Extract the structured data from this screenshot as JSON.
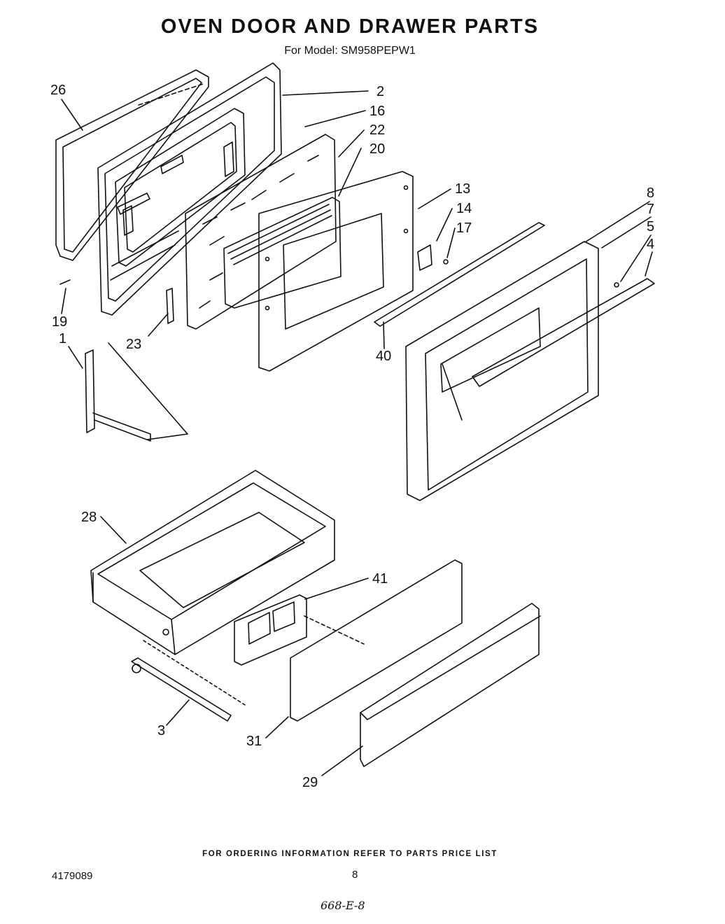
{
  "page": {
    "title": "OVEN DOOR AND DRAWER PARTS",
    "subtitle": "For Model: SM958PEPW1",
    "footer": "FOR ORDERING INFORMATION REFER TO PARTS PRICE LIST",
    "doc_number": "4179089",
    "page_number": "8",
    "handwritten_note": "668-E-8"
  },
  "callouts": {
    "c26": "26",
    "c2": "2",
    "c16": "16",
    "c22": "22",
    "c20": "20",
    "c13": "13",
    "c14": "14",
    "c17": "17",
    "c8": "8",
    "c7": "7",
    "c5": "5",
    "c4": "4",
    "c19": "19",
    "c1": "1",
    "c23": "23",
    "c40": "40",
    "c28": "28",
    "c41": "41",
    "c3": "3",
    "c31": "31",
    "c29": "29"
  }
}
